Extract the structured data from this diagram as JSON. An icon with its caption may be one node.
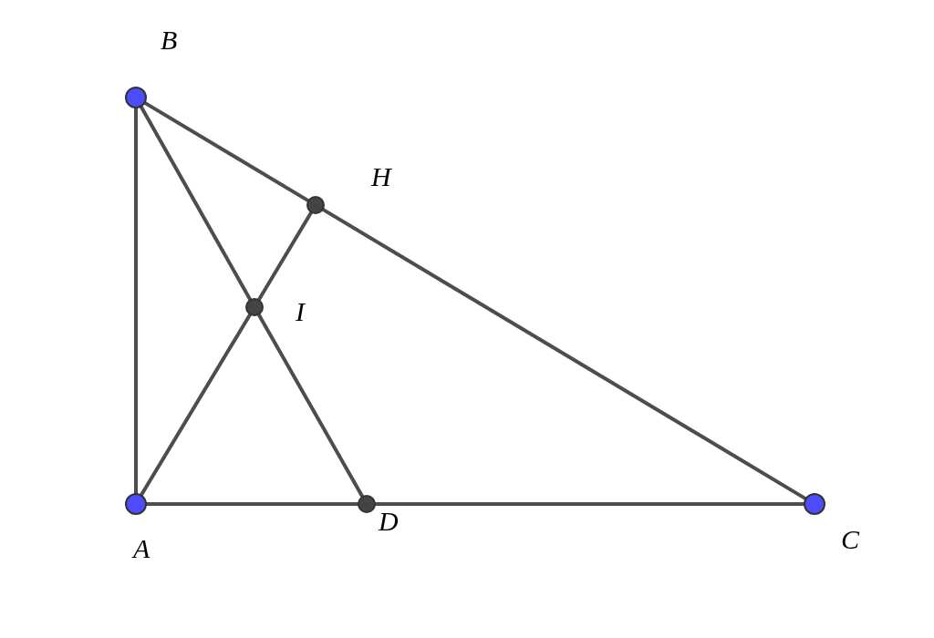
{
  "diagram": {
    "nodes": [
      {
        "text": [],
        "shape": "circle",
        "beside": [
          "B"
        ]
      },
      {
        "text": [],
        "shape": "circle",
        "beside": [
          "H"
        ]
      },
      {
        "text": [],
        "shape": "circle",
        "beside": [
          "I"
        ]
      },
      {
        "text": [],
        "shape": "circle",
        "beside": [
          "A"
        ]
      },
      {
        "text": [],
        "shape": "circle",
        "beside": [
          "D"
        ]
      },
      {
        "text": [],
        "shape": "circle",
        "beside": [
          "C"
        ]
      }
    ],
    "edges": [
      {
        "from": 3,
        "to": 0,
        "arrow": "none"
      },
      {
        "from": 0,
        "to": 1,
        "arrow": "none"
      },
      {
        "from": 1,
        "to": 5,
        "arrow": "none"
      },
      {
        "from": 3,
        "to": 4,
        "arrow": "none"
      },
      {
        "from": 4,
        "to": 5,
        "arrow": "none"
      },
      {
        "from": 0,
        "to": 2,
        "arrow": "none"
      },
      {
        "from": 2,
        "to": 4,
        "arrow": "none"
      },
      {
        "from": 3,
        "to": 2,
        "arrow": "none"
      },
      {
        "from": 2,
        "to": 1,
        "arrow": "none"
      }
    ]
  }
}
